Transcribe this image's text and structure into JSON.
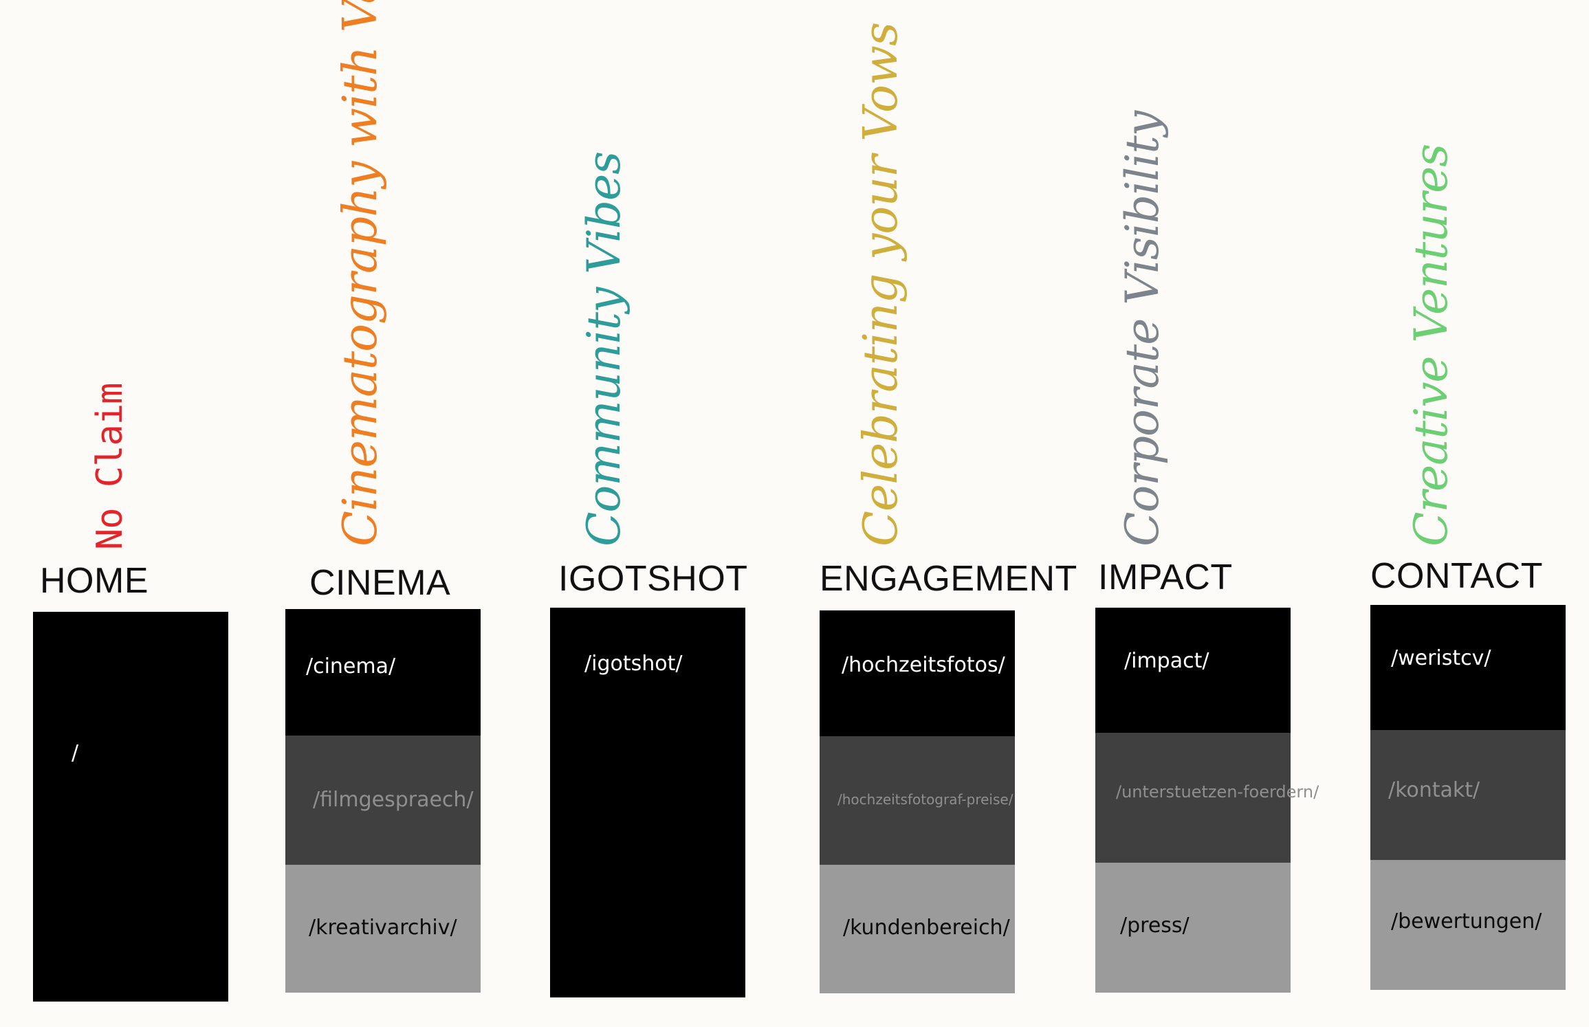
{
  "columns": [
    {
      "id": "home",
      "heading": "HOME",
      "claim": "No Claim",
      "claim_color": "#e3242b",
      "slugs": [
        "/"
      ]
    },
    {
      "id": "cinema",
      "heading": "CINEMA",
      "claim": "Cinematography with Value",
      "claim_color": "#ef7d22",
      "slugs": [
        "/cinema/",
        "/filmgespraech/",
        "/kreativarchiv/"
      ]
    },
    {
      "id": "igotshot",
      "heading": "IGOTSHOT",
      "claim": "Community Vibes",
      "claim_color": "#2e9d9a",
      "slugs": [
        "/igotshot/"
      ]
    },
    {
      "id": "engagement",
      "heading": "ENGAGEMENT",
      "claim": "Celebrating your Vows",
      "claim_color": "#cfae3c",
      "slugs": [
        "/hochzeitsfotos/",
        "/hochzeitsfotograf-preise/",
        "/kundenbereich/"
      ]
    },
    {
      "id": "impact",
      "heading": "IMPACT",
      "claim": "Corporate Visibility",
      "claim_color": "#7e848b",
      "slugs": [
        "/impact/",
        "/unterstuetzen-foerdern/",
        "/press/"
      ]
    },
    {
      "id": "contact",
      "heading": "CONTACT",
      "claim": "Creative Ventures",
      "claim_color": "#6ccf74",
      "slugs": [
        "/weristcv/",
        "/kontakt/",
        "/bewertungen/"
      ]
    }
  ]
}
